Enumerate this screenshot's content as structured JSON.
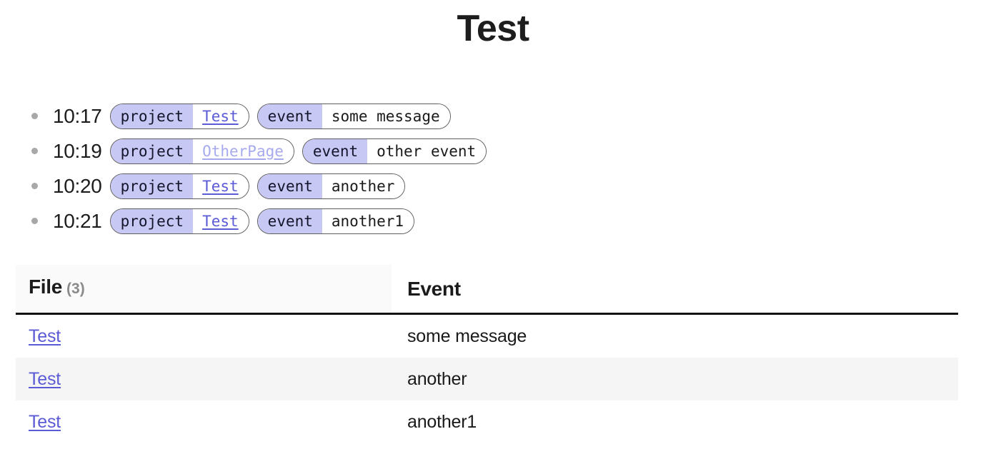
{
  "title": "Test",
  "feed": {
    "items": [
      {
        "time": "10:17",
        "tags": [
          {
            "key": "project",
            "value": "Test",
            "kind": "link"
          },
          {
            "key": "event",
            "value": "some message",
            "kind": "text"
          }
        ]
      },
      {
        "time": "10:19",
        "tags": [
          {
            "key": "project",
            "value": "OtherPage",
            "kind": "link-muted"
          },
          {
            "key": "event",
            "value": "other event",
            "kind": "text"
          }
        ]
      },
      {
        "time": "10:20",
        "tags": [
          {
            "key": "project",
            "value": "Test",
            "kind": "link"
          },
          {
            "key": "event",
            "value": "another",
            "kind": "text"
          }
        ]
      },
      {
        "time": "10:21",
        "tags": [
          {
            "key": "project",
            "value": "Test",
            "kind": "link"
          },
          {
            "key": "event",
            "value": "another1",
            "kind": "text"
          }
        ]
      }
    ]
  },
  "table": {
    "columns": [
      {
        "label": "File",
        "count": "(3)"
      },
      {
        "label": "Event",
        "count": ""
      }
    ],
    "rows": [
      {
        "file": "Test",
        "event": "some message"
      },
      {
        "file": "Test",
        "event": "another"
      },
      {
        "file": "Test",
        "event": "another1"
      }
    ]
  },
  "colors": {
    "link": "#5b5bd6",
    "link_muted": "#a7aaee",
    "tag_key_bg": "#c7c9f4",
    "stripe": "#f5f5f5",
    "header_rule": "#121212",
    "bullet": "#a8a8a8",
    "count_text": "#8a8a8a"
  }
}
